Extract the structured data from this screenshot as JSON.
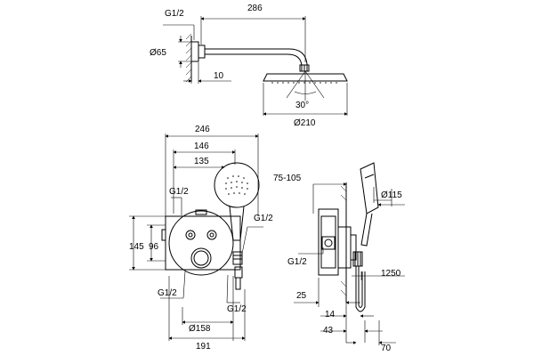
{
  "dimensions": {
    "top_g12": "G1/2",
    "top_width": "286",
    "top_dia65": "Ø65",
    "top_10": "10",
    "top_angle": "30°",
    "top_dia210": "Ø210",
    "b_246": "246",
    "b_146": "146",
    "b_135": "135",
    "b_g12_left": "G1/2",
    "b_g12_right": "G1/2",
    "b_145": "145",
    "b_96": "96",
    "b_g12_bottom_left": "G1/2",
    "b_g12_bottom_right": "G1/2",
    "b_dia158": "Ø158",
    "b_191": "191",
    "r_75_105": "75-105",
    "r_dia115": "Ø115",
    "r_g12": "G1/2",
    "r_1250": "1250",
    "r_25": "25",
    "r_14": "14",
    "r_43": "43",
    "r_70": "70"
  }
}
